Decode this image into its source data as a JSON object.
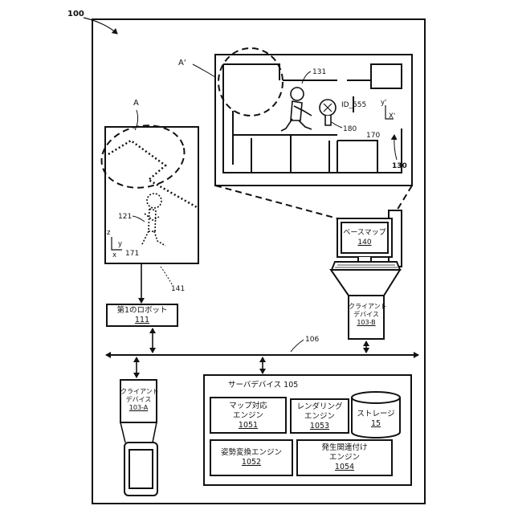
{
  "labels": {
    "fig_ref": "100",
    "view_a": "A",
    "view_a_prime": "A'",
    "ref_131": "131",
    "ref_id_555": "ID_555",
    "ref_180": "180",
    "ref_170": "170",
    "ref_130": "130",
    "axis_y_prime": "y'",
    "axis_x_prime": "X'",
    "ref_121": "121",
    "axis_z": "z",
    "axis_y": "y",
    "axis_x": "x",
    "ref_171": "171",
    "ref_141": "141",
    "ref_106": "106"
  },
  "boxes": {
    "robot": {
      "name": "第1のロボット",
      "ref": "111"
    },
    "base_map": {
      "name": "ベースマップ",
      "ref": "140"
    },
    "client_b": {
      "line1": "クライアント",
      "line2": "デバイス",
      "ref": "103-B"
    },
    "client_a": {
      "line1": "クライアント",
      "line2": "デバイス",
      "ref": "103-A"
    },
    "server": {
      "name": "サーバデバイス",
      "ref": "105"
    },
    "map_engine": {
      "line1": "マップ対応",
      "line2": "エンジン",
      "ref": "1051"
    },
    "render_engine": {
      "line1": "レンダリング",
      "line2": "エンジン",
      "ref": "1053"
    },
    "storage": {
      "name": "ストレージ",
      "ref": "15"
    },
    "pose_engine": {
      "name": "姿勢変換エンジン",
      "ref": "1052"
    },
    "event_engine": {
      "line1": "発生関連付け",
      "line2": "エンジン",
      "ref": "1054"
    }
  }
}
